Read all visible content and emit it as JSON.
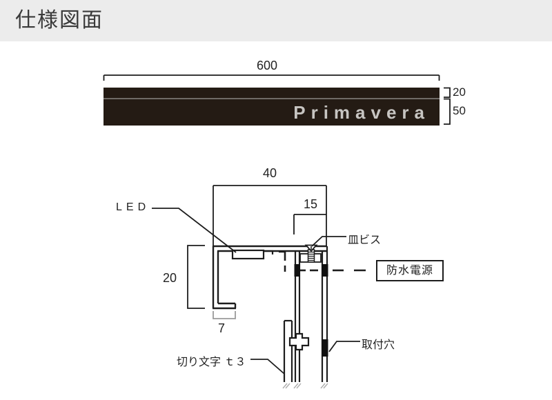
{
  "header": {
    "title": "仕様図面",
    "bg_color": "#ececec",
    "text_color": "#3a3a3a"
  },
  "sign_panel": {
    "brand": "Primavera",
    "panel_color": "#241b14",
    "divider_color": "#6f6b67",
    "brand_text_color": "#c7c5c2"
  },
  "dims": {
    "overall_width": "600",
    "cap_height": "20",
    "face_height": "50",
    "depth": "40",
    "inset": "15",
    "return_depth": "20",
    "foot_width": "7"
  },
  "callouts": {
    "led": "LED",
    "countersunk_screw": "皿ビス",
    "waterproof_power": "防水電源",
    "mounting_hole": "取付穴",
    "cut_letter": "切り文字 ｔ３"
  }
}
